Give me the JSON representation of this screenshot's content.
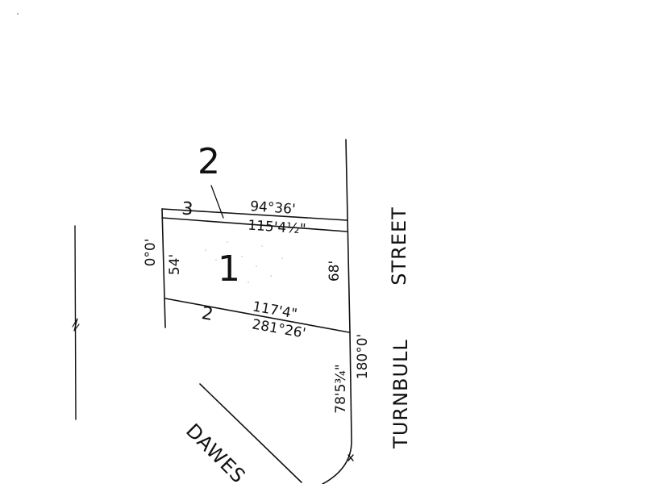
{
  "lots": {
    "main_lot": "1",
    "adjacent_lot_upper": "2",
    "adjacent_lot_3": "3",
    "adjacent_lot_2": "2"
  },
  "bearings": {
    "north": "94°36'",
    "south": "281°26'",
    "west": "0°0'",
    "east": "180°0'"
  },
  "distances": {
    "north": "115'4½\"",
    "south": "117'4\"",
    "west": "54'",
    "east": "68'",
    "curve": "78'5¾\""
  },
  "streets": {
    "turnbull": "TURNBULL",
    "street": "STREET",
    "dawes": "DAWES"
  }
}
